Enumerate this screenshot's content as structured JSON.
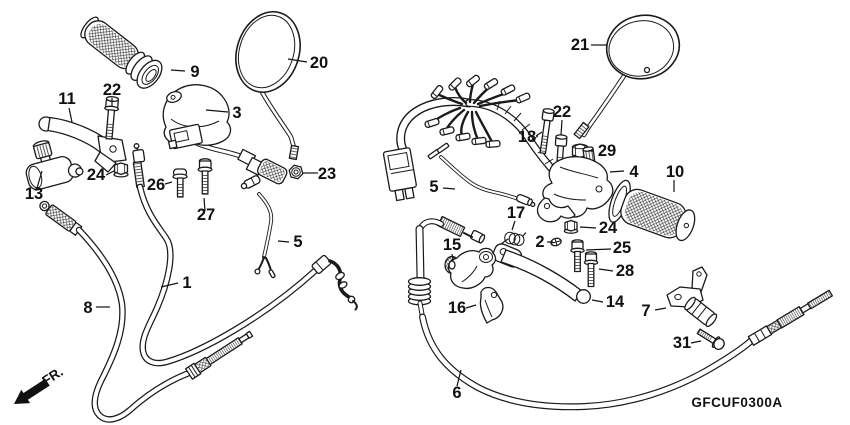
{
  "diagram": {
    "code": "GFCUF0300A",
    "direction_label": "FR.",
    "callouts": {
      "c1": "1",
      "c2": "2",
      "c3": "3",
      "c4": "4",
      "c5_left": "5",
      "c5_right": "5",
      "c6": "6",
      "c7": "7",
      "c8": "8",
      "c9": "9",
      "c10": "10",
      "c11": "11",
      "c13": "13",
      "c14": "14",
      "c15": "15",
      "c16": "16",
      "c17": "17",
      "c18": "18",
      "c20": "20",
      "c21": "21",
      "c22_left": "22",
      "c22_right": "22",
      "c23": "23",
      "c24_left": "24",
      "c24_right": "24",
      "c25": "25",
      "c26": "26",
      "c27": "27",
      "c28": "28",
      "c29": "29",
      "c31": "31"
    }
  }
}
